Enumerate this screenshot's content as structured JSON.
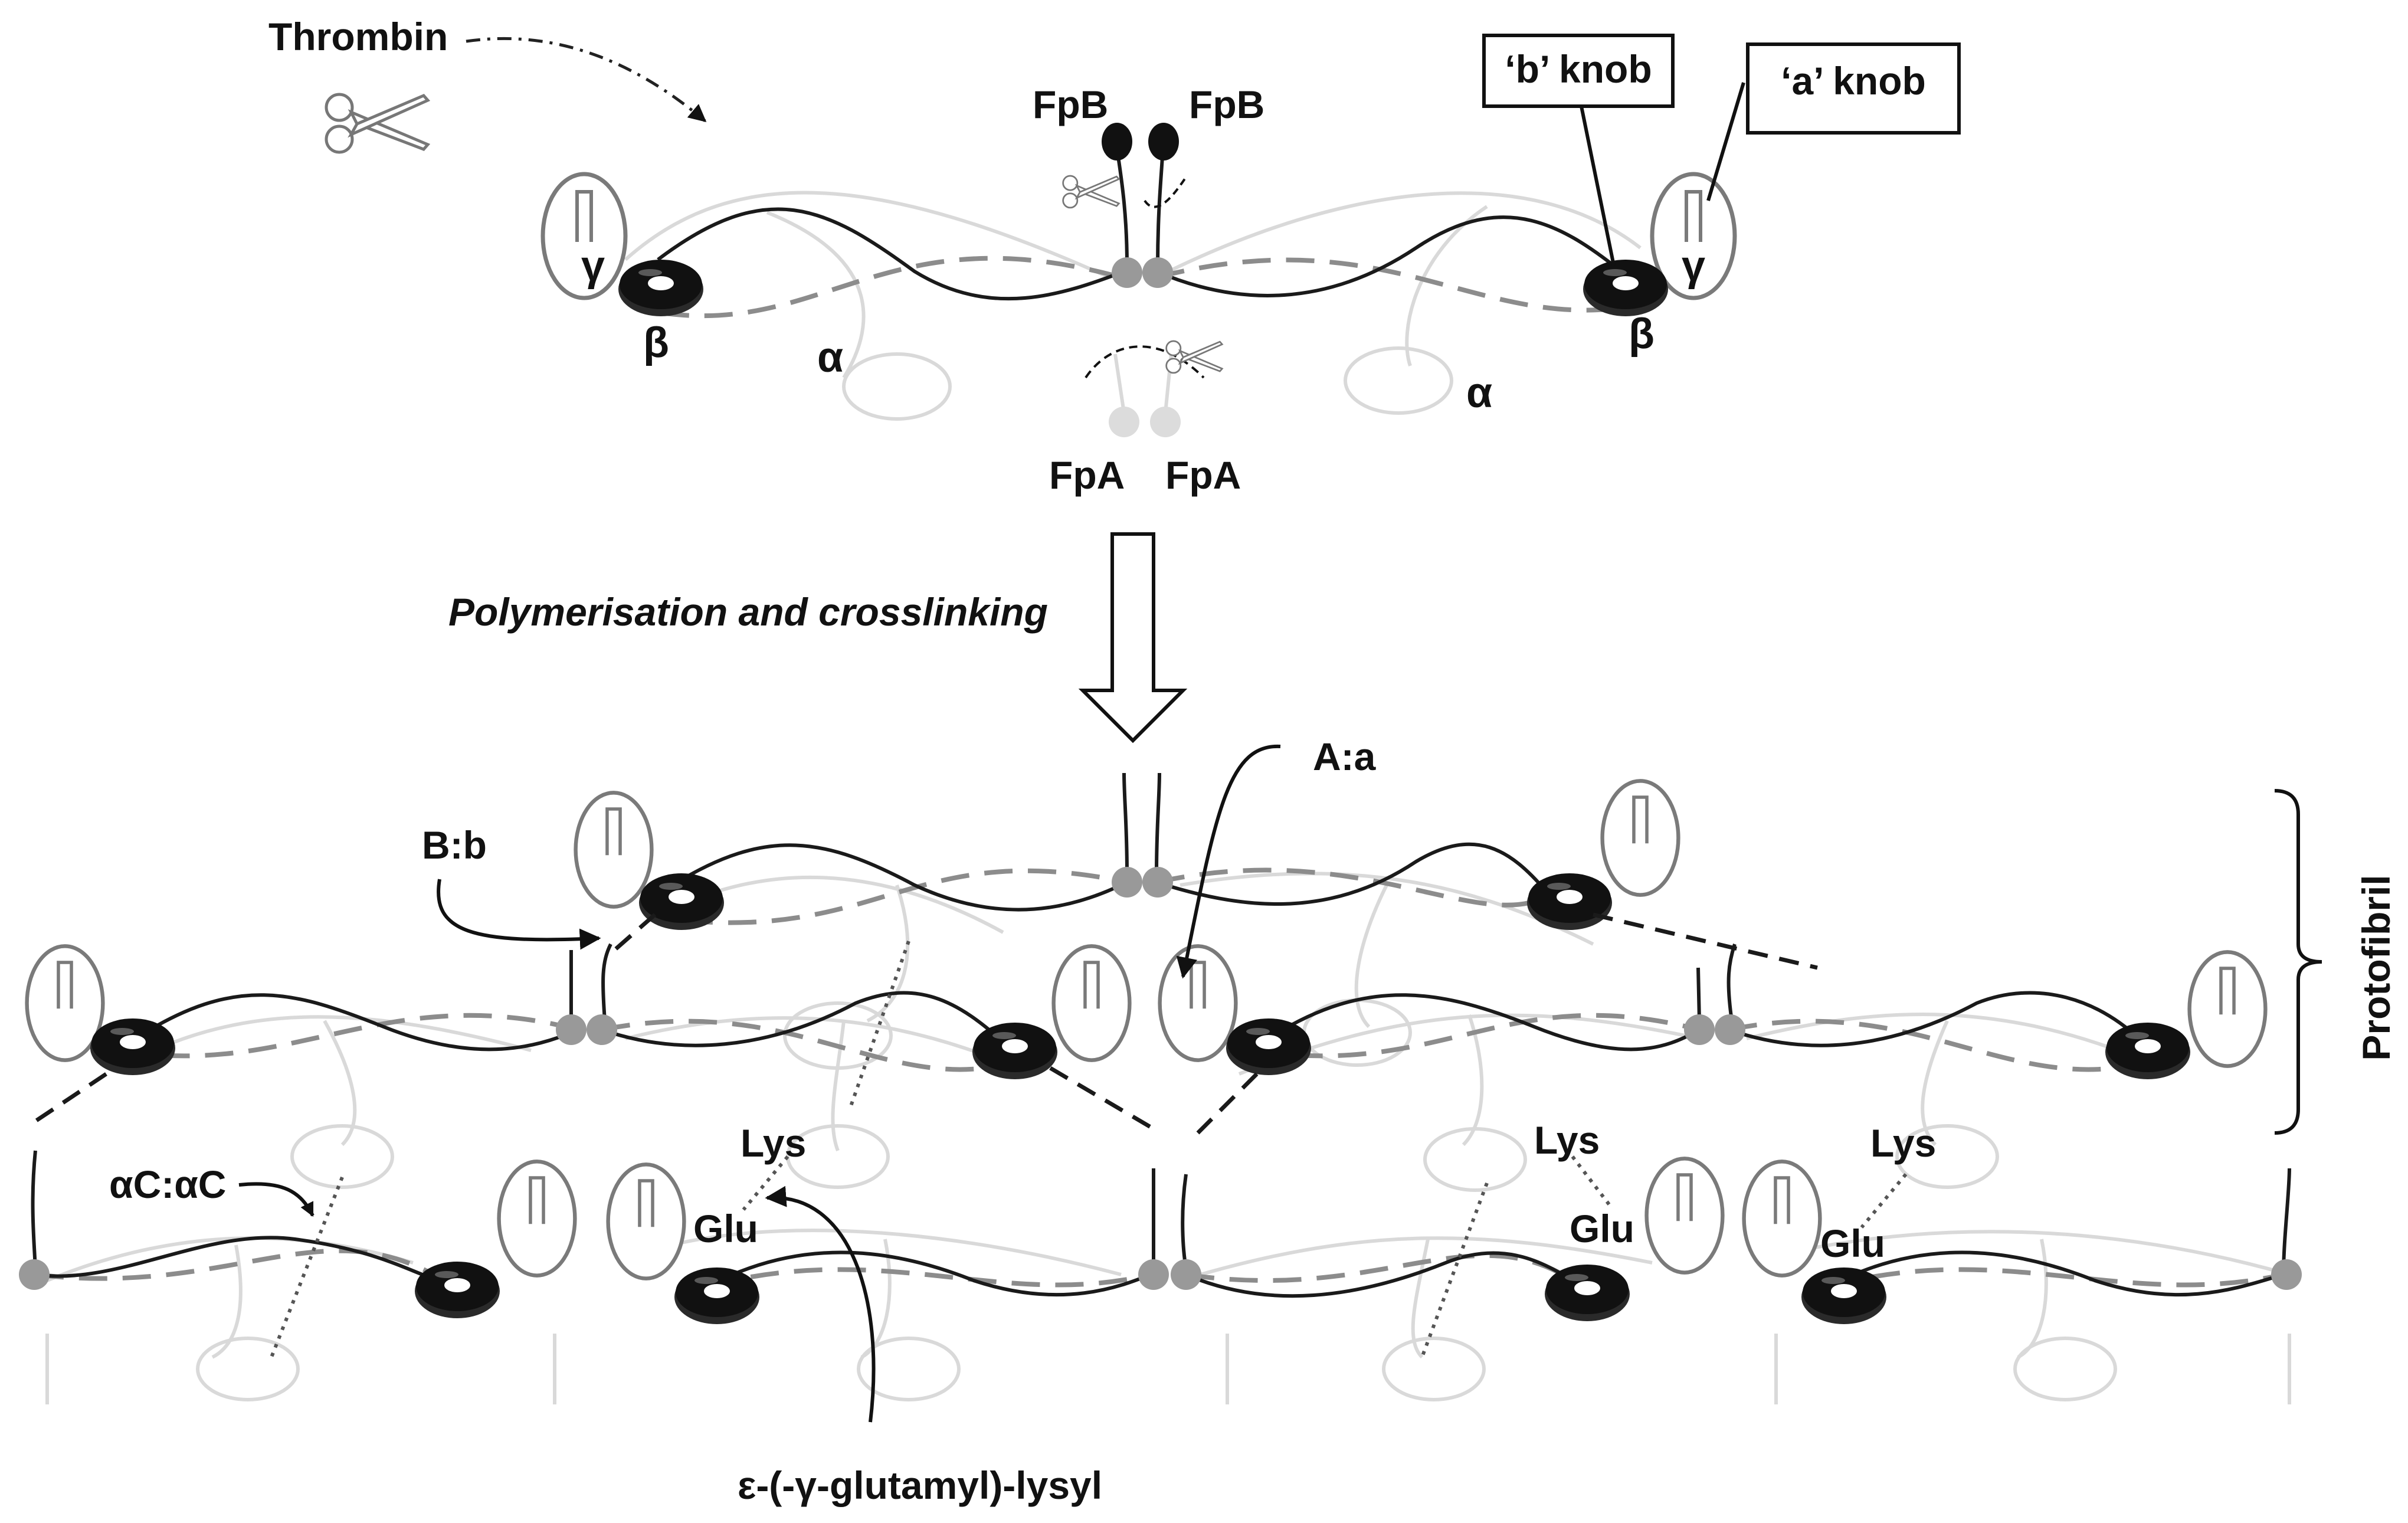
{
  "labels": {
    "thrombin": "Thrombin",
    "fpb": "FpB",
    "fpa": "FpA",
    "b_knob": "‘b’ knob",
    "a_knob": "‘a’ knob",
    "gamma": "γ",
    "beta": "β",
    "alpha": "α",
    "process": "Polymerisation and crosslinking",
    "aa": "A:a",
    "bb": "B:b",
    "acac": "αC:αC",
    "lys": "Lys",
    "glu": "Glu",
    "crosslink": "ε-(-γ-glutamyl)-lysyl",
    "protofibril": "Protofibril"
  },
  "icons": {
    "scissors": "scissors-icon",
    "knob": "knob-ring-icon"
  },
  "colors": {
    "strand_dark": "#1a1a1a",
    "strand_light": "#d9d9d9",
    "strand_dashed": "#8c8c8c",
    "knob_fill": "#111111",
    "fibrinopeptide_B": "#111111",
    "fibrinopeptide_A": "#dcdcdc",
    "center_node": "#999999"
  }
}
